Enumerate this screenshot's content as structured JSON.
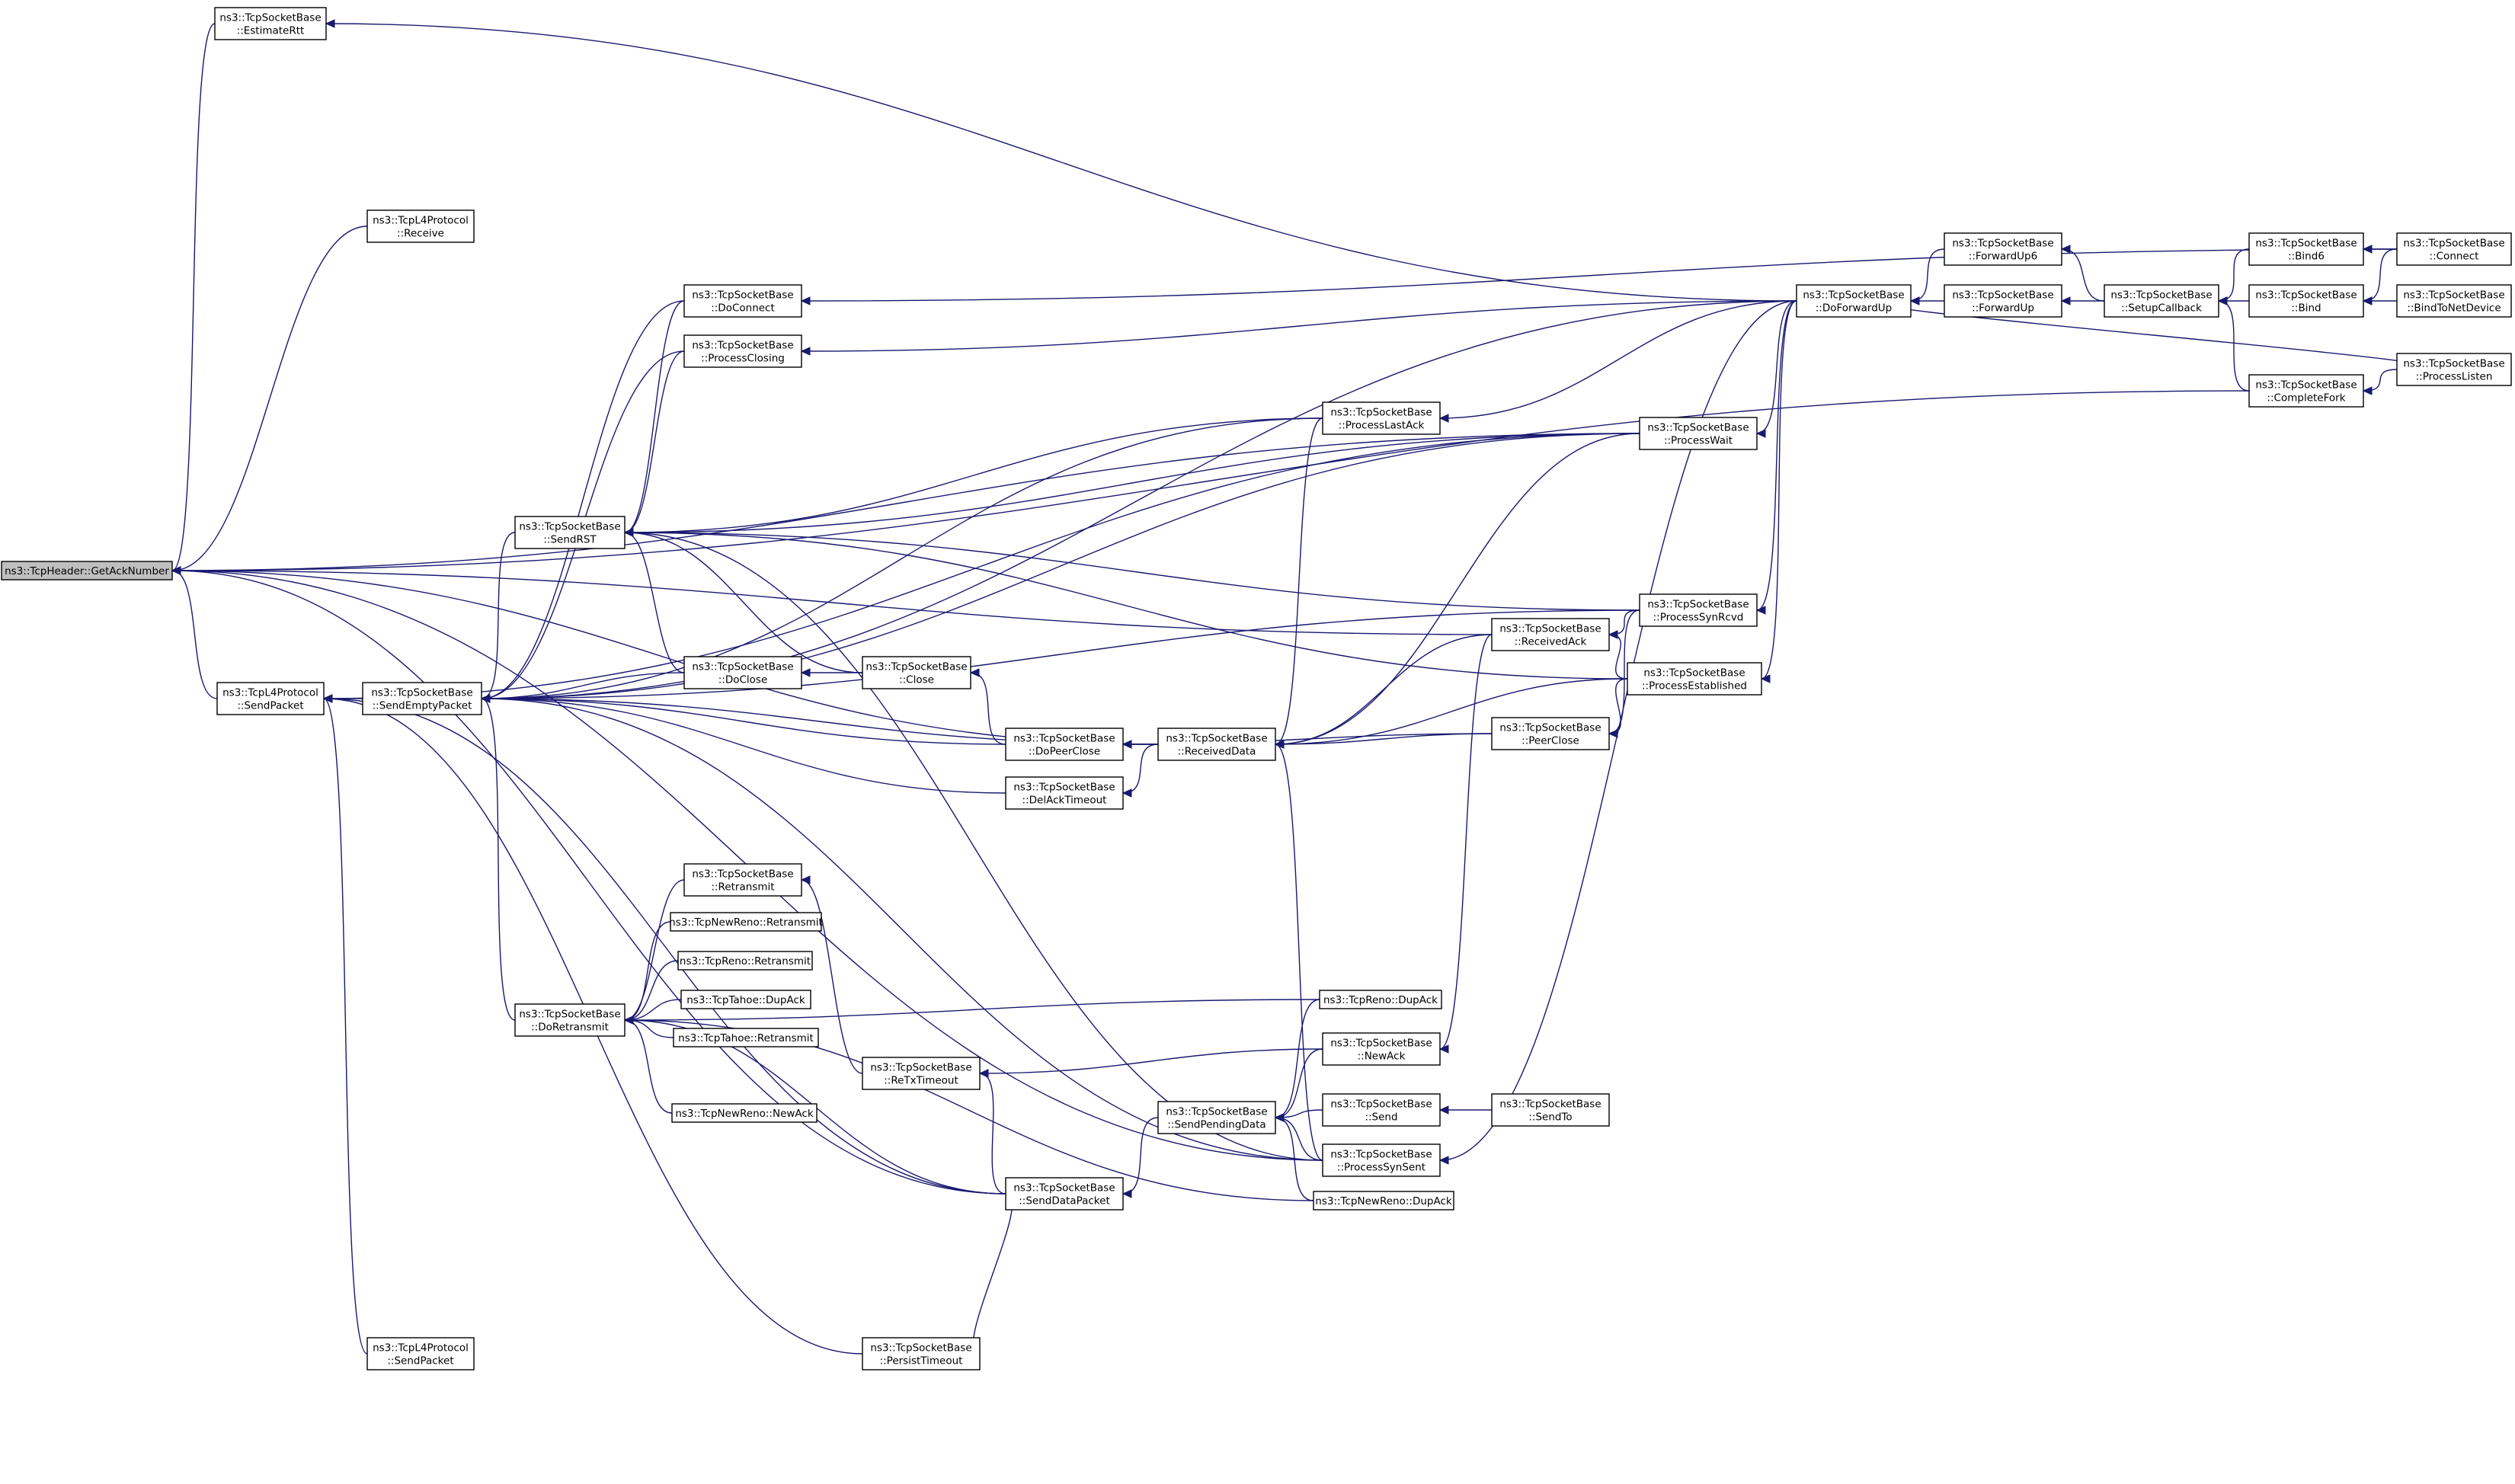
{
  "nodes": [
    {
      "id": "root",
      "lines": [
        "ns3::TcpHeader::GetAckNumber"
      ],
      "root": true
    },
    {
      "id": "estimateRtt",
      "lines": [
        "ns3::TcpSocketBase",
        "::EstimateRtt"
      ]
    },
    {
      "id": "l4Receive",
      "lines": [
        "ns3::TcpL4Protocol",
        "::Receive"
      ]
    },
    {
      "id": "l4SendPacket",
      "lines": [
        "ns3::TcpL4Protocol",
        "::SendPacket"
      ]
    },
    {
      "id": "l4SendPacket2",
      "lines": [
        "ns3::TcpL4Protocol",
        "::SendPacket"
      ]
    },
    {
      "id": "sendEmptyPacket",
      "lines": [
        "ns3::TcpSocketBase",
        "::SendEmptyPacket"
      ]
    },
    {
      "id": "sendRST",
      "lines": [
        "ns3::TcpSocketBase",
        "::SendRST"
      ]
    },
    {
      "id": "doRetransmit",
      "lines": [
        "ns3::TcpSocketBase",
        "::DoRetransmit"
      ]
    },
    {
      "id": "doConnect",
      "lines": [
        "ns3::TcpSocketBase",
        "::DoConnect"
      ]
    },
    {
      "id": "processClosing",
      "lines": [
        "ns3::TcpSocketBase",
        "::ProcessClosing"
      ]
    },
    {
      "id": "doClose",
      "lines": [
        "ns3::TcpSocketBase",
        "::DoClose"
      ]
    },
    {
      "id": "close",
      "lines": [
        "ns3::TcpSocketBase",
        "::Close"
      ]
    },
    {
      "id": "retransmit",
      "lines": [
        "ns3::TcpSocketBase",
        "::Retransmit"
      ]
    },
    {
      "id": "newRenoRetransmit",
      "lines": [
        "ns3::TcpNewReno::Retransmit"
      ]
    },
    {
      "id": "renoRetransmit",
      "lines": [
        "ns3::TcpReno::Retransmit"
      ]
    },
    {
      "id": "tahoeDupAck",
      "lines": [
        "ns3::TcpTahoe::DupAck"
      ]
    },
    {
      "id": "tahoeRetransmit",
      "lines": [
        "ns3::TcpTahoe::Retransmit"
      ]
    },
    {
      "id": "newRenoNewAck",
      "lines": [
        "ns3::TcpNewReno::NewAck"
      ]
    },
    {
      "id": "reTxTimeout",
      "lines": [
        "ns3::TcpSocketBase",
        "::ReTxTimeout"
      ]
    },
    {
      "id": "persistTimeout",
      "lines": [
        "ns3::TcpSocketBase",
        "::PersistTimeout"
      ]
    },
    {
      "id": "doPeerClose",
      "lines": [
        "ns3::TcpSocketBase",
        "::DoPeerClose"
      ]
    },
    {
      "id": "delAckTimeout",
      "lines": [
        "ns3::TcpSocketBase",
        "::DelAckTimeout"
      ]
    },
    {
      "id": "sendDataPacket",
      "lines": [
        "ns3::TcpSocketBase",
        "::SendDataPacket"
      ]
    },
    {
      "id": "receivedData",
      "lines": [
        "ns3::TcpSocketBase",
        "::ReceivedData"
      ]
    },
    {
      "id": "sendPendingData",
      "lines": [
        "ns3::TcpSocketBase",
        "::SendPendingData"
      ]
    },
    {
      "id": "processLastAck",
      "lines": [
        "ns3::TcpSocketBase",
        "::ProcessLastAck"
      ]
    },
    {
      "id": "renoDupAck",
      "lines": [
        "ns3::TcpReno::DupAck"
      ]
    },
    {
      "id": "newAck",
      "lines": [
        "ns3::TcpSocketBase",
        "::NewAck"
      ]
    },
    {
      "id": "send",
      "lines": [
        "ns3::TcpSocketBase",
        "::Send"
      ]
    },
    {
      "id": "processSynSent",
      "lines": [
        "ns3::TcpSocketBase",
        "::ProcessSynSent"
      ]
    },
    {
      "id": "newRenoDupAck",
      "lines": [
        "ns3::TcpNewReno::DupAck"
      ]
    },
    {
      "id": "sendTo",
      "lines": [
        "ns3::TcpSocketBase",
        "::SendTo"
      ]
    },
    {
      "id": "receivedAck",
      "lines": [
        "ns3::TcpSocketBase",
        "::ReceivedAck"
      ]
    },
    {
      "id": "peerClose",
      "lines": [
        "ns3::TcpSocketBase",
        "::PeerClose"
      ]
    },
    {
      "id": "processWait",
      "lines": [
        "ns3::TcpSocketBase",
        "::ProcessWait"
      ]
    },
    {
      "id": "processSynRcvd",
      "lines": [
        "ns3::TcpSocketBase",
        "::ProcessSynRcvd"
      ]
    },
    {
      "id": "processEstablished",
      "lines": [
        "ns3::TcpSocketBase",
        "::ProcessEstablished"
      ]
    },
    {
      "id": "doForwardUp",
      "lines": [
        "ns3::TcpSocketBase",
        "::DoForwardUp"
      ]
    },
    {
      "id": "forwardUp6",
      "lines": [
        "ns3::TcpSocketBase",
        "::ForwardUp6"
      ]
    },
    {
      "id": "forwardUp",
      "lines": [
        "ns3::TcpSocketBase",
        "::ForwardUp"
      ]
    },
    {
      "id": "setupCallback",
      "lines": [
        "ns3::TcpSocketBase",
        "::SetupCallback"
      ]
    },
    {
      "id": "bind6",
      "lines": [
        "ns3::TcpSocketBase",
        "::Bind6"
      ]
    },
    {
      "id": "bind",
      "lines": [
        "ns3::TcpSocketBase",
        "::Bind"
      ]
    },
    {
      "id": "completeFork",
      "lines": [
        "ns3::TcpSocketBase",
        "::CompleteFork"
      ]
    },
    {
      "id": "connect",
      "lines": [
        "ns3::TcpSocketBase",
        "::Connect"
      ]
    },
    {
      "id": "bindToNetDevice",
      "lines": [
        "ns3::TcpSocketBase",
        "::BindToNetDevice"
      ]
    },
    {
      "id": "processListen",
      "lines": [
        "ns3::TcpSocketBase",
        "::ProcessListen"
      ]
    }
  ],
  "edges": [
    [
      "estimateRtt",
      "root"
    ],
    [
      "l4Receive",
      "root"
    ],
    [
      "l4SendPacket",
      "root"
    ],
    [
      "sendEmptyPacket",
      "l4SendPacket"
    ],
    [
      "sendRST",
      "sendEmptyPacket"
    ],
    [
      "doRetransmit",
      "sendEmptyPacket"
    ],
    [
      "doConnect",
      "sendEmptyPacket"
    ],
    [
      "processClosing",
      "sendEmptyPacket"
    ],
    [
      "doClose",
      "sendEmptyPacket"
    ],
    [
      "doPeerClose",
      "sendEmptyPacket"
    ],
    [
      "delAckTimeout",
      "sendEmptyPacket"
    ],
    [
      "receivedData",
      "sendEmptyPacket"
    ],
    [
      "processSynRcvd",
      "sendEmptyPacket"
    ],
    [
      "processLastAck",
      "sendEmptyPacket"
    ],
    [
      "processWait",
      "sendEmptyPacket"
    ],
    [
      "doForwardUp",
      "sendEmptyPacket"
    ],
    [
      "processSynSent",
      "sendEmptyPacket"
    ],
    [
      "doConnect",
      "sendRST"
    ],
    [
      "processClosing",
      "sendRST"
    ],
    [
      "doClose",
      "sendRST"
    ],
    [
      "close",
      "sendRST"
    ],
    [
      "processLastAck",
      "sendRST"
    ],
    [
      "processWait",
      "sendRST"
    ],
    [
      "processSynRcvd",
      "sendRST"
    ],
    [
      "processEstablished",
      "sendRST"
    ],
    [
      "processSynSent",
      "sendRST"
    ],
    [
      "close",
      "doClose"
    ],
    [
      "doPeerClose",
      "close"
    ],
    [
      "retransmit",
      "doRetransmit"
    ],
    [
      "newRenoRetransmit",
      "doRetransmit"
    ],
    [
      "renoRetransmit",
      "doRetransmit"
    ],
    [
      "tahoeDupAck",
      "doRetransmit"
    ],
    [
      "tahoeRetransmit",
      "doRetransmit"
    ],
    [
      "newRenoNewAck",
      "doRetransmit"
    ],
    [
      "renoDupAck",
      "doRetransmit"
    ],
    [
      "newRenoDupAck",
      "doRetransmit"
    ],
    [
      "sendDataPacket",
      "doRetransmit"
    ],
    [
      "reTxTimeout",
      "retransmit"
    ],
    [
      "newAck",
      "reTxTimeout"
    ],
    [
      "sendDataPacket",
      "reTxTimeout"
    ],
    [
      "sendPendingData",
      "sendDataPacket"
    ],
    [
      "persistTimeout",
      "sendDataPacket"
    ],
    [
      "receivedData",
      "delAckTimeout"
    ],
    [
      "receivedData",
      "doPeerClose"
    ],
    [
      "peerClose",
      "doPeerClose"
    ],
    [
      "receivedAck",
      "receivedData"
    ],
    [
      "peerClose",
      "receivedData"
    ],
    [
      "processEstablished",
      "receivedData"
    ],
    [
      "processWait",
      "receivedData"
    ],
    [
      "processLastAck",
      "receivedData"
    ],
    [
      "processSynSent",
      "receivedData"
    ],
    [
      "newAck",
      "sendPendingData"
    ],
    [
      "send",
      "sendPendingData"
    ],
    [
      "processSynSent",
      "sendPendingData"
    ],
    [
      "renoDupAck",
      "sendPendingData"
    ],
    [
      "newRenoDupAck",
      "sendPendingData"
    ],
    [
      "sendTo",
      "send"
    ],
    [
      "receivedAck",
      "newAck"
    ],
    [
      "processSynRcvd",
      "receivedAck"
    ],
    [
      "processEstablished",
      "receivedAck"
    ],
    [
      "processSynRcvd",
      "peerClose"
    ],
    [
      "processEstablished",
      "peerClose"
    ],
    [
      "doForwardUp",
      "processLastAck"
    ],
    [
      "doForwardUp",
      "processWait"
    ],
    [
      "doForwardUp",
      "processSynRcvd"
    ],
    [
      "doForwardUp",
      "processEstablished"
    ],
    [
      "doForwardUp",
      "processClosing"
    ],
    [
      "doForwardUp",
      "processSynSent"
    ],
    [
      "forwardUp6",
      "doForwardUp"
    ],
    [
      "forwardUp",
      "doForwardUp"
    ],
    [
      "setupCallback",
      "forwardUp6"
    ],
    [
      "setupCallback",
      "forwardUp"
    ],
    [
      "bind6",
      "setupCallback"
    ],
    [
      "bind",
      "setupCallback"
    ],
    [
      "completeFork",
      "setupCallback"
    ],
    [
      "connect",
      "bind6"
    ],
    [
      "connect",
      "bind"
    ],
    [
      "bindToNetDevice",
      "bind"
    ],
    [
      "processListen",
      "completeFork"
    ],
    [
      "doForwardUp",
      "processListen"
    ],
    [
      "doForwardUp",
      "estimateRtt"
    ],
    [
      "processWait",
      "root"
    ],
    [
      "receivedAck",
      "root"
    ],
    [
      "sendDataPacket",
      "root"
    ],
    [
      "receivedData",
      "root"
    ],
    [
      "processSynSent",
      "root"
    ],
    [
      "completeFork",
      "root"
    ],
    [
      "connect",
      "doConnect"
    ],
    [
      "processWait",
      "l4SendPacket"
    ],
    [
      "sendDataPacket",
      "l4SendPacket"
    ],
    [
      "l4SendPacket2",
      "l4SendPacket"
    ],
    [
      "persistTimeout",
      "l4SendPacket"
    ]
  ]
}
